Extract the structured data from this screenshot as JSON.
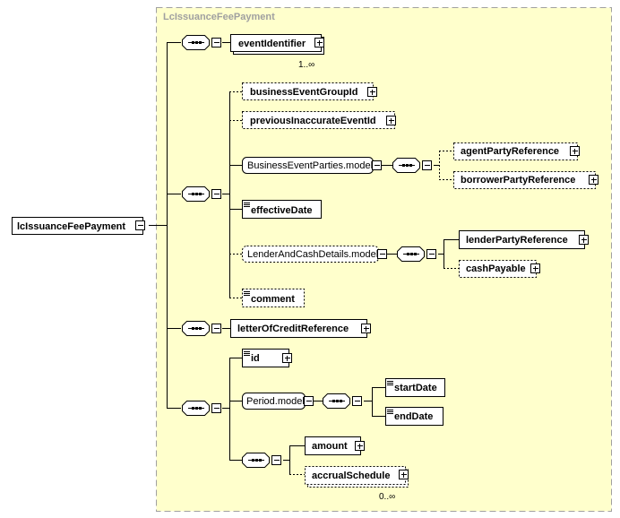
{
  "type_name": "LcIssuanceFeePayment",
  "root_element": "lcIssuanceFeePayment",
  "elements": {
    "event_identifier": "eventIdentifier",
    "event_identifier_cardinality": "1..∞",
    "business_event_group_id": "businessEventGroupId",
    "previous_inaccurate_event_id": "previousInaccurateEventId",
    "business_event_parties_model": "BusinessEventParties.model",
    "agent_party_reference": "agentPartyReference",
    "borrower_party_reference": "borrowerPartyReference",
    "effective_date": "effectiveDate",
    "lender_and_cash_details_model": "LenderAndCashDetails.model",
    "lender_party_reference": "lenderPartyReference",
    "cash_payable": "cashPayable",
    "comment": "comment",
    "letter_of_credit_reference": "letterOfCreditReference",
    "id": "id",
    "period_model": "Period.model",
    "start_date": "startDate",
    "end_date": "endDate",
    "amount": "amount",
    "accrual_schedule": "accrualSchedule",
    "accrual_schedule_cardinality": "0..∞"
  },
  "colors": {
    "type_box_fill": "#ffffcc",
    "type_box_border": "#a0a0a0",
    "type_label": "#a0a0a0",
    "element_fill": "#ffffff",
    "line": "#000000"
  }
}
